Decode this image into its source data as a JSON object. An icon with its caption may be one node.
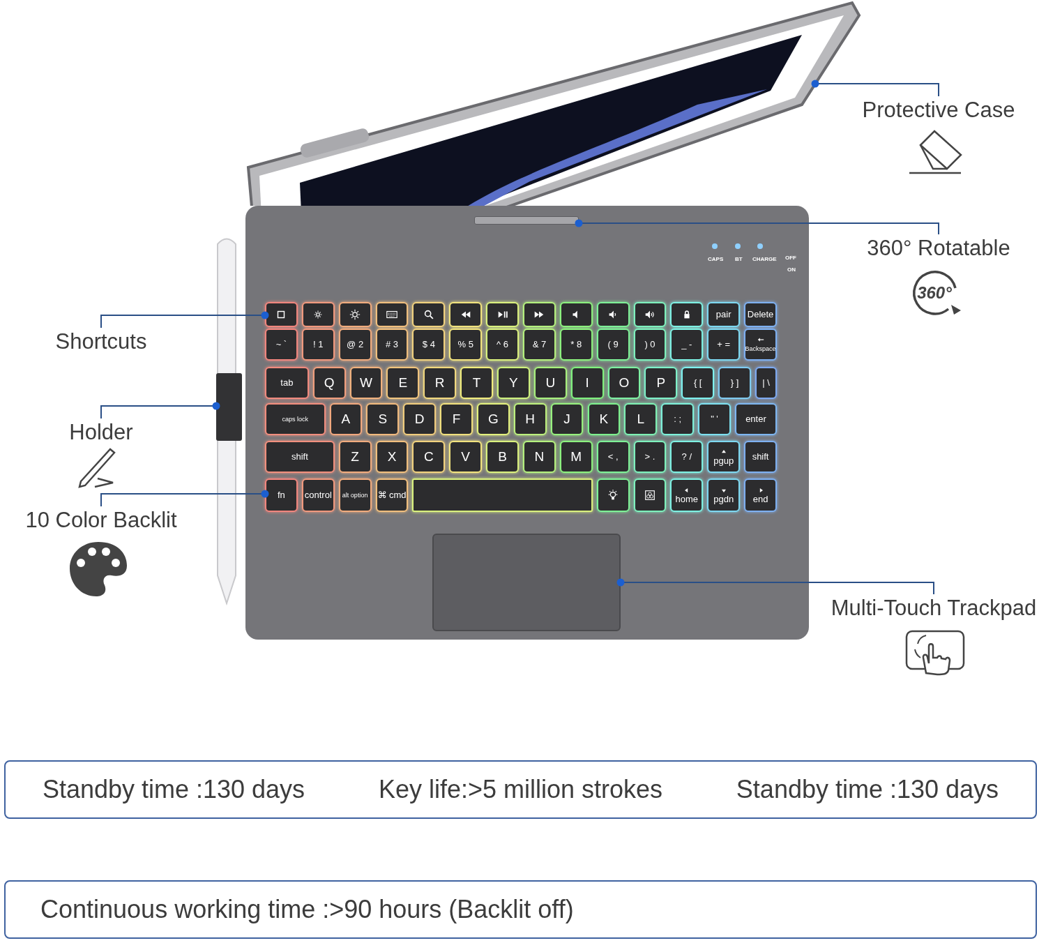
{
  "diagram": {
    "nodes": [
      {
        "text": [
          "Protective Case"
        ]
      },
      {
        "text": [
          "360° Rotatable"
        ]
      },
      {
        "text": [
          "Shortcuts"
        ]
      },
      {
        "text": [
          "Holder"
        ]
      },
      {
        "text": [
          "10 Color Backlit"
        ]
      },
      {
        "text": [
          "Multi-Touch Trackpad"
        ]
      },
      {
        "text": [
          "Standby time :130 days",
          "Key life:>5 million strokes",
          "Standby time :130 days"
        ]
      },
      {
        "text": [
          "Continuous working time :>90 hours (Backlit off)"
        ]
      },
      {
        "text": [],
        "shape": "picture"
      },
      {
        "text": [],
        "shape": "box"
      },
      {
        "text": [],
        "shape": "bar"
      },
      {
        "text": [],
        "shape": "box"
      },
      {
        "text": [],
        "shape": "box"
      },
      {
        "text": [],
        "shape": "bar"
      },
      {
        "text": [],
        "shape": "bar"
      }
    ],
    "edges": [
      {
        "from": 0,
        "to": 8,
        "arrow": "other"
      },
      {
        "from": 1,
        "to": 13,
        "arrow": "other"
      },
      {
        "from": 2,
        "to": 9,
        "arrow": "other"
      },
      {
        "from": 3,
        "to": 10,
        "arrow": "other"
      },
      {
        "from": 4,
        "to": 11,
        "arrow": "other"
      },
      {
        "from": 5,
        "to": 12,
        "arrow": "other"
      }
    ],
    "labels": [
      "360°",
      "CAPS",
      "BT",
      "CHARGE",
      "OFF",
      "ON",
      "pair",
      "Delete",
      "~ `",
      "! 1",
      "@ 2",
      "# 3",
      "$ 4",
      "% 5",
      "^ 6",
      "& 7",
      "* 8",
      "( 9",
      ") 0",
      "_ -",
      "+ =",
      "Backspace",
      "tab",
      "Q",
      "W",
      "E",
      "R",
      "T",
      "Y",
      "U",
      "I",
      "O",
      "P",
      "{ [",
      "} ]",
      "| \\",
      "caps lock",
      "A",
      "S",
      "D",
      "F",
      "G",
      "H",
      "J",
      "K",
      "L",
      ": ;",
      "\" '",
      "enter",
      "shift",
      "Z",
      "X",
      "C",
      "V",
      "B",
      "N",
      "M",
      "< ,",
      "> .",
      "? /",
      "pgup",
      "shift",
      "fn",
      "control",
      "alt option",
      "⌘ cmd",
      "home",
      "pgdn",
      "end"
    ]
  }
}
